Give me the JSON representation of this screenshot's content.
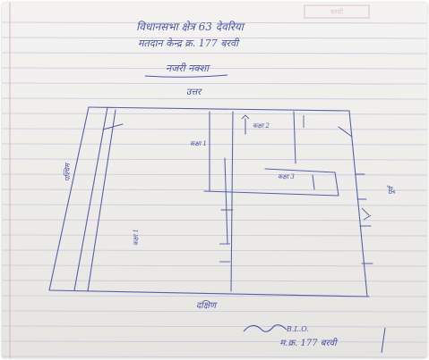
{
  "document": {
    "header_line1": "विधानसभा क्षेत्र 63 देवरिया",
    "header_line2": "मतदान केन्द्र क्र. 177 बरवी",
    "section_title": "नजरी नक्शा",
    "north_label": "उत्तर",
    "south_label": "दक्षिण",
    "west_label": "पश्चिम",
    "east_label": "पूर्व",
    "room_labels": [
      "कक्षा 1",
      "कक्षा 2",
      "कक्षा 3"
    ],
    "stamp_text": "बरवी",
    "signature_caption": "B.L.O.",
    "signature_line": "म.क्र. 177 बरवी",
    "ink_color": "#4a56a8",
    "paper_rule_color": "#c8c6dc",
    "margin_rule_color": "#d7b3b8"
  }
}
